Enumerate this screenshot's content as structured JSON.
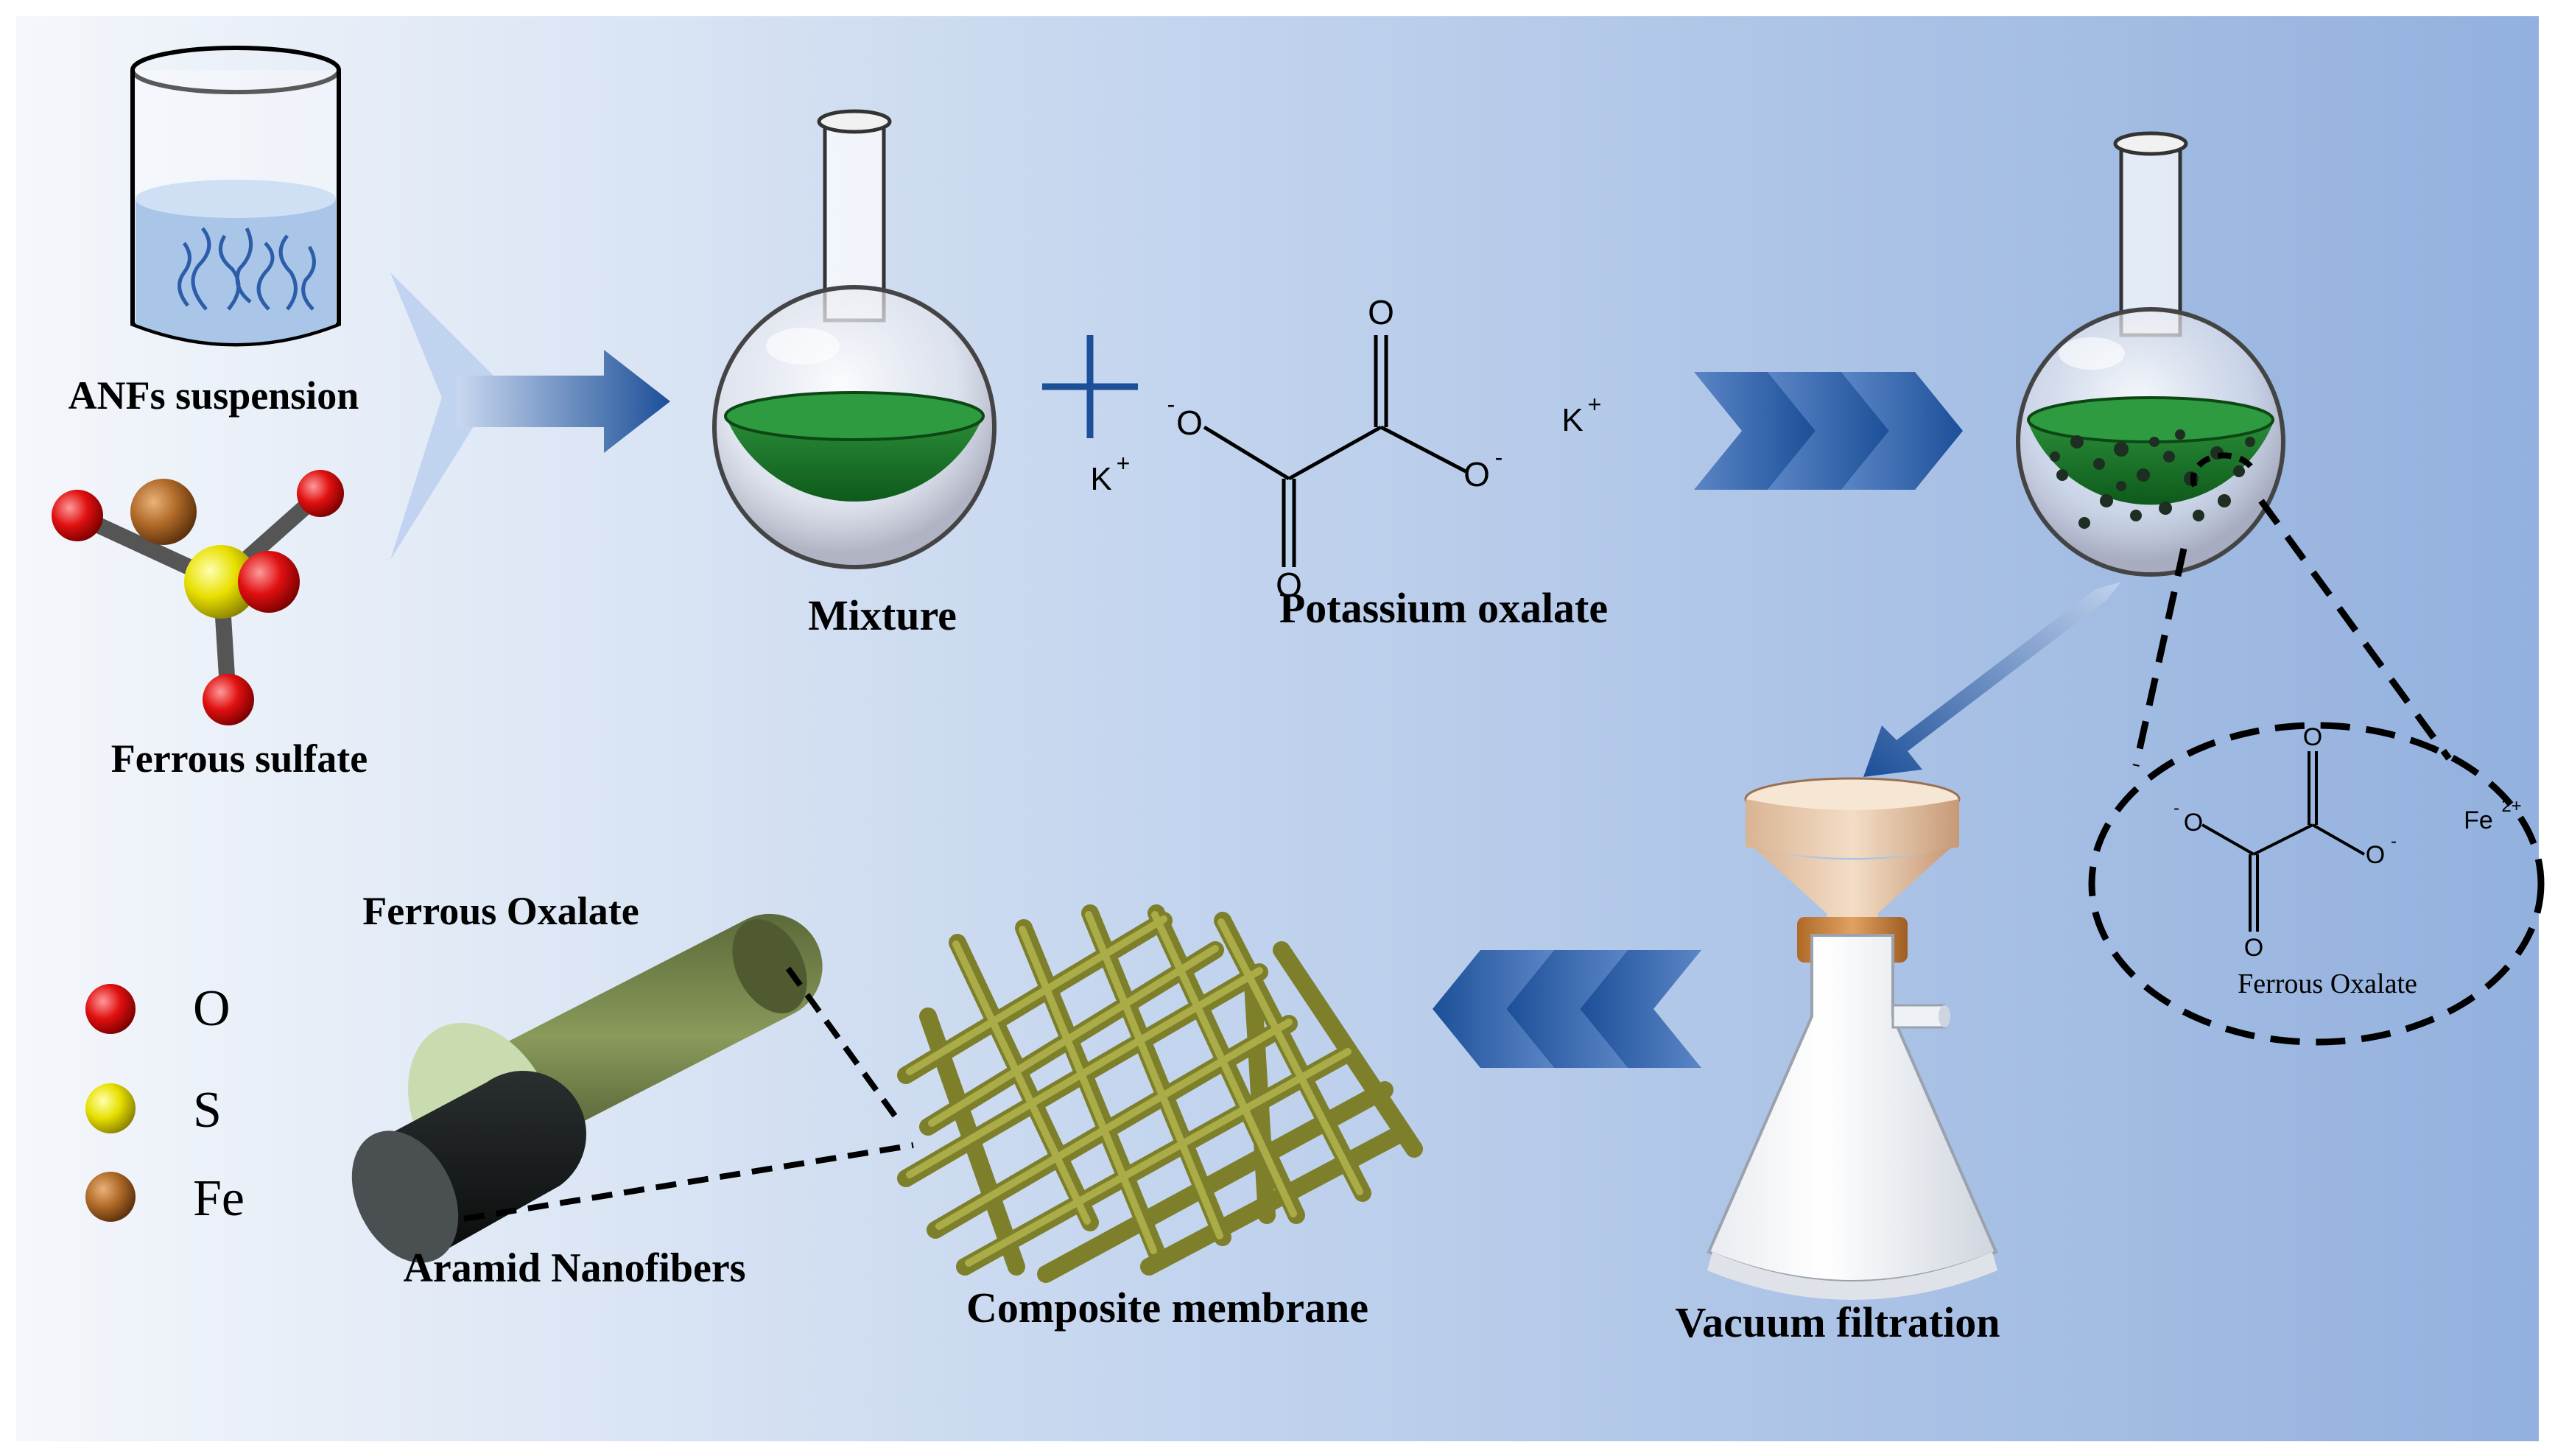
{
  "labels": {
    "anfs": "ANFs suspension",
    "ferrous_sulfate": "Ferrous sulfate",
    "mixture": "Mixture",
    "potassium_oxalate": "Potassium oxalate",
    "vacuum_filtration": "Vacuum filtration",
    "composite_membrane": "Composite membrane",
    "aramid": "Aramid Nanofibers",
    "ferrous_oxalate_top": "Ferrous Oxalate",
    "ferrous_oxalate_inset": "Ferrous Oxalate"
  },
  "chem": {
    "k_plus_1": "K",
    "k_plus_2": "K",
    "plus_sup": "+",
    "o_minus_left": "O",
    "o_minus_right": "O",
    "minus_sup": "-",
    "o_top": "O",
    "o_bottom": "O",
    "fe": "Fe",
    "fe_sup": "2+",
    "inset_o_top": "O",
    "inset_o_bottom": "O",
    "inset_o_left": "O",
    "inset_o_right": "O"
  },
  "legend": [
    {
      "symbol": "O",
      "color": "#e01010"
    },
    {
      "symbol": "S",
      "color": "#e8e000"
    },
    {
      "symbol": "Fe",
      "color": "#b06a28"
    }
  ],
  "colors": {
    "bg_left": "#f2f6fb",
    "bg_right": "#93b1de",
    "arrow_blue": "#1c4f98",
    "solution_green": "#1b7a2c",
    "fiber_green": "#9a9c3e"
  }
}
